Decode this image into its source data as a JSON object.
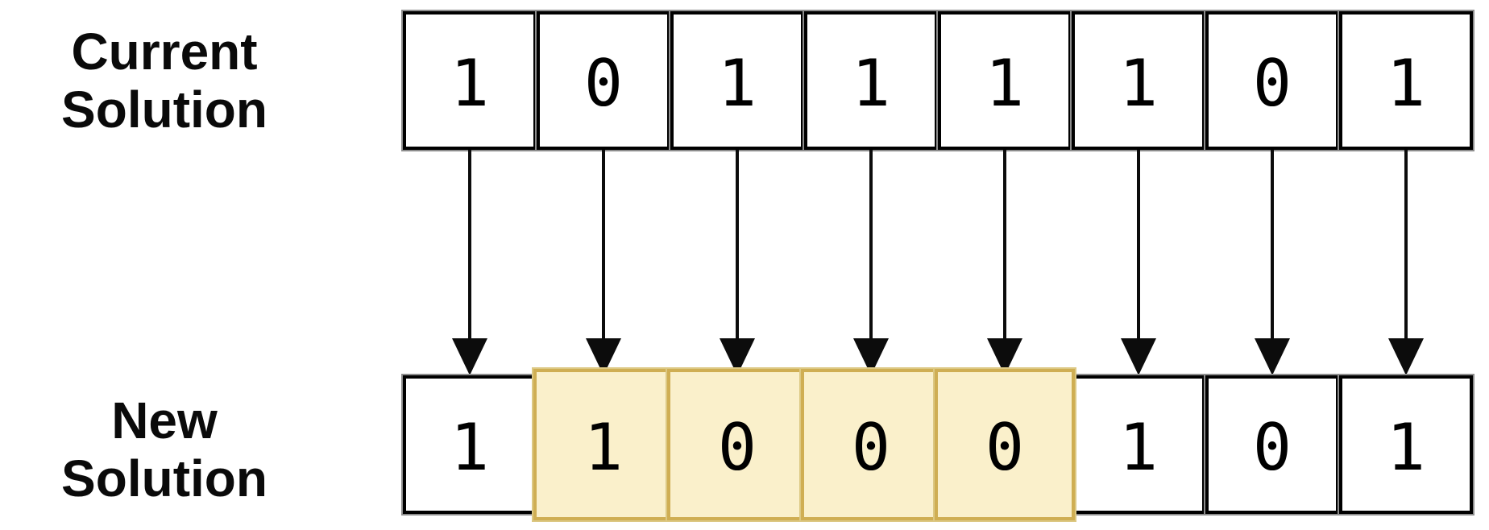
{
  "diagram": {
    "current_row": {
      "label": "Current Solution",
      "bits": [
        "1",
        "0",
        "1",
        "1",
        "1",
        "1",
        "0",
        "1"
      ]
    },
    "new_row": {
      "label": "New Solution",
      "bits": [
        "1",
        "1",
        "0",
        "0",
        "0",
        "1",
        "0",
        "1"
      ],
      "flipped_indices": [
        1,
        2,
        3,
        4
      ]
    },
    "arrow_count": 8,
    "colors": {
      "background": "#FFFFFF",
      "cell_fill": "#FFFFFF",
      "cell_border": "#000000",
      "highlight_fill": "#FAF0CB",
      "highlight_border": "#CFAE53"
    }
  }
}
